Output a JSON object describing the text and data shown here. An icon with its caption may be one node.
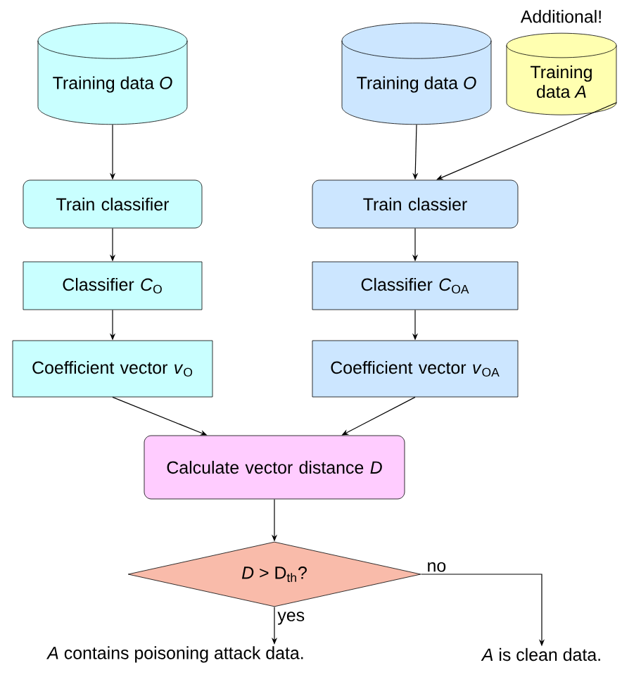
{
  "diagram": {
    "nodes": [
      {
        "text": [
          "Training data *O*"
        ]
      },
      {
        "text": [
          "Train classifier"
        ]
      },
      {
        "text": [
          "Classifier *C*$_{O}$"
        ]
      },
      {
        "text": [
          "Coefficient vector *v*$_{O}$"
        ]
      },
      {
        "text": [
          "Training data *O*"
        ]
      },
      {
        "text": [
          "Training data *A*"
        ],
        "beside": [
          "Additional!"
        ]
      },
      {
        "text": [
          "Train classier"
        ]
      },
      {
        "text": [
          "Classifier *C*$_{OA}$"
        ]
      },
      {
        "text": [
          "Coefficient vector *v*$_{OA}$"
        ]
      },
      {
        "text": [
          "Calculate vector distance *D*"
        ]
      },
      {
        "text": [
          "*D* > D$_{th}$?"
        ]
      },
      {
        "text": [
          "*A* contains poisoning attack data."
        ]
      },
      {
        "text": [
          "*A* is clean data."
        ]
      }
    ],
    "edges": [
      {
        "from": 0,
        "to": 1,
        "arrow": "to"
      },
      {
        "from": 1,
        "to": 2,
        "arrow": "to"
      },
      {
        "from": 2,
        "to": 3,
        "arrow": "to"
      },
      {
        "from": 4,
        "to": 6,
        "arrow": "to"
      },
      {
        "from": 5,
        "to": 6,
        "arrow": "to"
      },
      {
        "from": 6,
        "to": 7,
        "arrow": "to"
      },
      {
        "from": 7,
        "to": 8,
        "arrow": "to"
      },
      {
        "from": 3,
        "to": 9,
        "arrow": "to"
      },
      {
        "from": 8,
        "to": 9,
        "arrow": "to"
      },
      {
        "from": 9,
        "to": 10,
        "arrow": "to"
      },
      {
        "from": 10,
        "to": 11,
        "arrow": "to",
        "label": "yes"
      },
      {
        "from": 10,
        "to": 12,
        "arrow": "to",
        "label": "no"
      }
    ]
  }
}
